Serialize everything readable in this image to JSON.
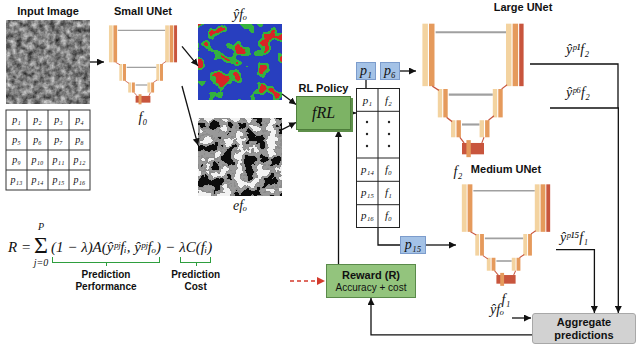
{
  "diagram": {
    "nodes": [
      {
        "text": [
          "Input Image"
        ]
      },
      {
        "text": [
          "Small UNet",
          "f₀"
        ]
      },
      {
        "text": [
          "ŷfₒ"
        ]
      },
      {
        "text": [
          "efₒ"
        ]
      },
      {
        "text": [
          "RL Policy",
          "fRL"
        ]
      },
      {
        "text": [
          "p₁",
          "f₂",
          "p₁₄",
          "f₀",
          "p₁₅",
          "f₁",
          "p₁₆",
          "f₀"
        ]
      },
      {
        "text": [
          "p₁"
        ]
      },
      {
        "text": [
          "p₆"
        ]
      },
      {
        "text": [
          "Large UNet",
          "f₂"
        ]
      },
      {
        "text": [
          "p₁₅"
        ]
      },
      {
        "text": [
          "Medium UNet",
          "f₁"
        ]
      },
      {
        "text": [
          "Reward (R)",
          "Accuracy + cost"
        ]
      },
      {
        "text": [
          "Aggregate predictions"
        ]
      }
    ],
    "edges": [
      {
        "from": 0,
        "to": 1,
        "arrow": "to"
      },
      {
        "from": 1,
        "to": 2,
        "arrow": "to"
      },
      {
        "from": 1,
        "to": 3,
        "arrow": "to"
      },
      {
        "from": 2,
        "to": 4,
        "arrow": "to"
      },
      {
        "from": 3,
        "to": 4,
        "arrow": "to"
      },
      {
        "from": 4,
        "to": 5,
        "arrow": "to"
      },
      {
        "from": 5,
        "to": 6,
        "arrow": "none"
      },
      {
        "from": 7,
        "to": 8,
        "arrow": "to"
      },
      {
        "from": 5,
        "to": 9,
        "arrow": "none"
      },
      {
        "from": 9,
        "to": 10,
        "arrow": "to"
      },
      {
        "from": 8,
        "to": 12,
        "arrow": "to"
      },
      {
        "from": 10,
        "to": 12,
        "arrow": "to"
      },
      {
        "from": 12,
        "to": 11,
        "arrow": "to"
      },
      {
        "from": 11,
        "to": 4,
        "arrow": "to"
      }
    ],
    "labels": [
      "p₁",
      "p₂",
      "p₃",
      "p₄",
      "p₅",
      "p₆",
      "p₇",
      "p₈",
      "p₉",
      "p₁₀",
      "p₁₁",
      "p₁₂",
      "p₁₃",
      "p₁₄",
      "p₁₅",
      "p₁₆",
      "R =",
      "Σ",
      "P",
      "j=0",
      "(1 − λ)A(ŷᵖʲfᵢ, ŷᵖʲfₒ)",
      "−",
      "λC(fᵢ)",
      "Prediction Performance",
      "Prediction Cost",
      "ŷᵖ¹f₂",
      "ŷᵖ⁶f₂",
      "ŷᵖ¹⁵f₁",
      "ŷfₒ"
    ]
  }
}
